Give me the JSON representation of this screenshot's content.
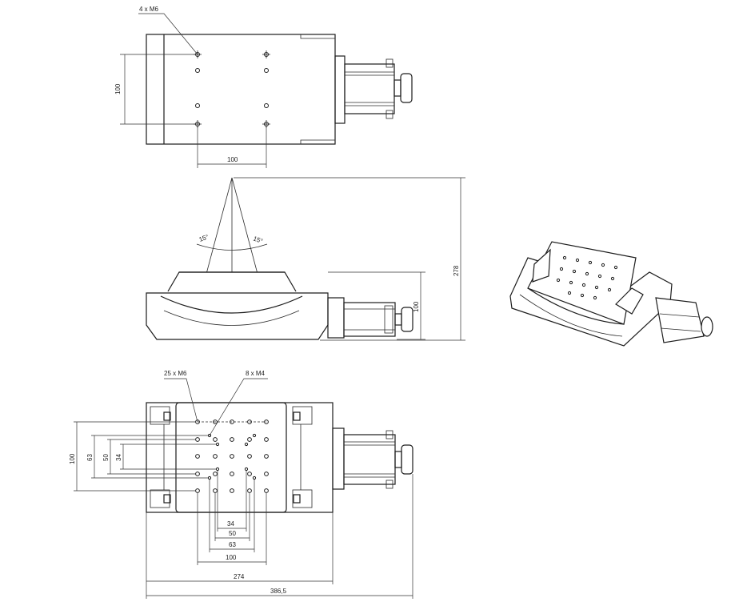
{
  "labels": {
    "top_holes": "4 x M6",
    "top_dim_vertical": "100",
    "top_dim_horizontal": "100",
    "side_angle_left": "15°",
    "side_angle_right": "15°",
    "side_dim_height": "100",
    "side_dim_total": "278",
    "bottom_holes_m6": "25 x M6",
    "bottom_holes_m4": "8 x M4",
    "v_dim_100": "100",
    "v_dim_63": "63",
    "v_dim_50": "50",
    "v_dim_34": "34",
    "h_dim_34": "34",
    "h_dim_50": "50",
    "h_dim_63": "63",
    "h_dim_100": "100",
    "h_dim_274": "274",
    "h_dim_3865": "386,5"
  },
  "colors": {
    "line": "#1c1c1c",
    "background": "#ffffff"
  }
}
